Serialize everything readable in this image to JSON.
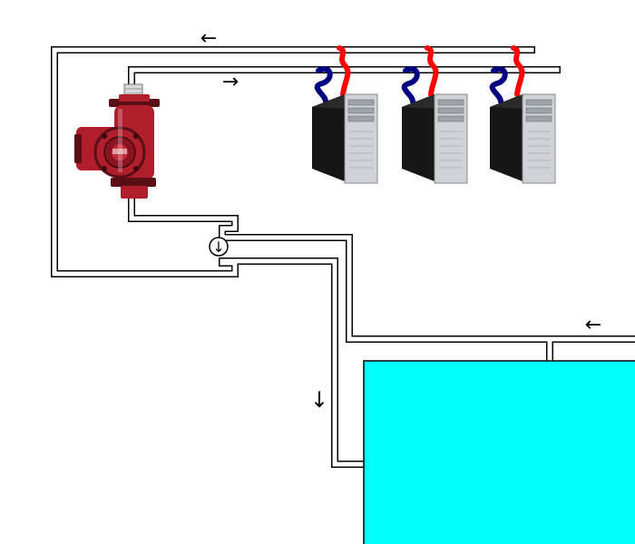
{
  "diagram": {
    "colors": {
      "background": "#ffffff",
      "pipe_outline": "#000000",
      "pipe_fill": "#ffffff",
      "tank_fill": "#00ffff",
      "hot_hose": "#ff0000",
      "cold_hose": "#000080",
      "pump_body": "#b01e2c",
      "pump_dark": "#5a0e16",
      "pc_case": "#161616",
      "pc_front": "#cfd3d8"
    },
    "components": [
      {
        "kind": "circulation-pump",
        "icon": "pump-icon"
      },
      {
        "kind": "computer",
        "icon": "computer-tower-icon",
        "count": 3
      },
      {
        "kind": "check-valve",
        "icon": "flow-valve-icon"
      },
      {
        "kind": "reservoir-tank",
        "icon": "tank-icon"
      }
    ],
    "flow_arrows": [
      {
        "glyph": "←",
        "direction": "left"
      },
      {
        "glyph": "→",
        "direction": "right"
      },
      {
        "glyph": "←",
        "direction": "left"
      },
      {
        "glyph": "↓",
        "direction": "down"
      }
    ],
    "valve_symbol": "↓"
  }
}
